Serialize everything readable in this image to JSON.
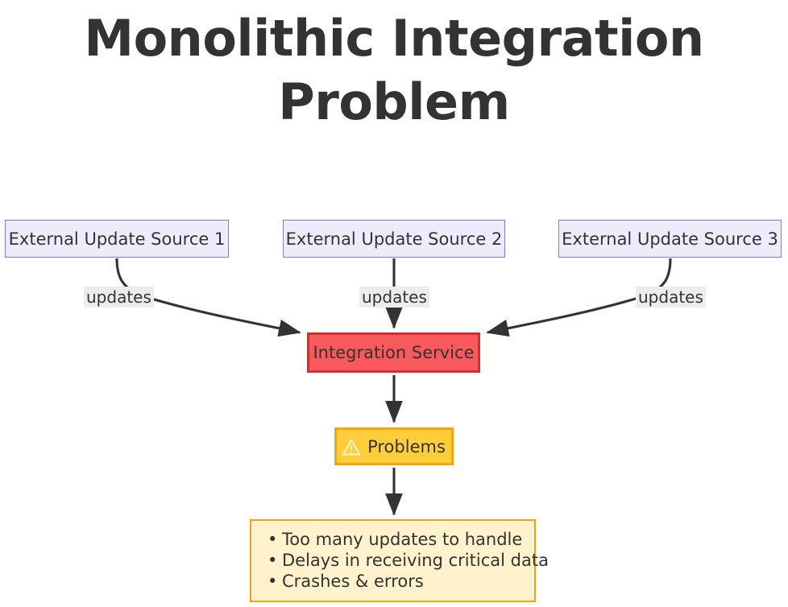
{
  "title": "Monolithic Integration Problem",
  "nodes": {
    "source_1": {
      "label": "External Update Source 1"
    },
    "source_2": {
      "label": "External Update Source 2"
    },
    "source_3": {
      "label": "External Update Source 3"
    },
    "service": {
      "label": "Integration Service"
    },
    "problems": {
      "label": "Problems",
      "icon": "warning-triangle-icon"
    },
    "issues": {
      "items": [
        "Too many updates to handle",
        "Delays in receiving critical data",
        "Crashes & errors"
      ]
    }
  },
  "edges": [
    {
      "from": "source_1",
      "to": "service",
      "label": "updates"
    },
    {
      "from": "source_2",
      "to": "service",
      "label": "updates"
    },
    {
      "from": "source_3",
      "to": "service",
      "label": "updates"
    },
    {
      "from": "service",
      "to": "problems",
      "label": ""
    },
    {
      "from": "problems",
      "to": "issues",
      "label": ""
    }
  ],
  "colors": {
    "background": "#ffffff",
    "title_text": "#333333",
    "source_fill": "#ececfc",
    "source_stroke": "#9370db",
    "service_fill": "#f8595c",
    "service_stroke": "#d92b2b",
    "problems_fill": "#ffce38",
    "problems_stroke": "#f2a413",
    "issues_fill": "#fff2cc",
    "issues_stroke": "#f2a413",
    "edge_stroke": "#333333",
    "edge_label_bg": "#ececec"
  }
}
